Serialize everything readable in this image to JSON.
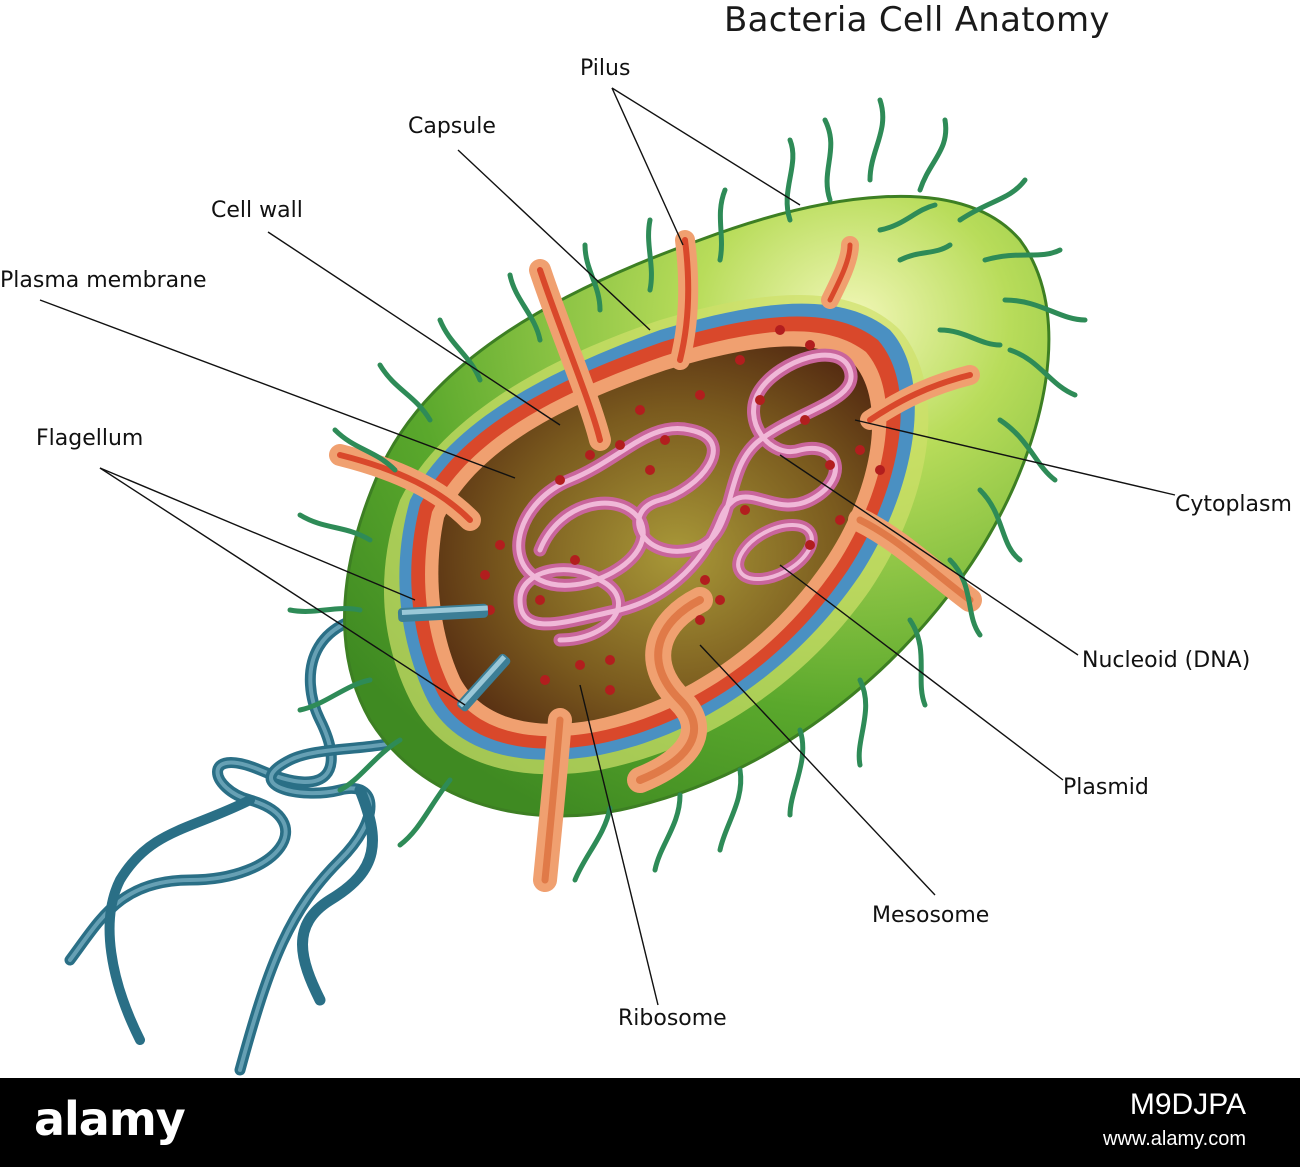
{
  "title": "Bacteria Cell Anatomy",
  "labels": {
    "pilus": "Pilus",
    "capsule": "Capsule",
    "cell_wall": "Cell wall",
    "plasma_membrane": "Plasma membrane",
    "flagellum": "Flagellum",
    "cytoplasm": "Cytoplasm",
    "nucleoid": "Nucleoid (DNA)",
    "plasmid": "Plasmid",
    "mesosome": "Mesosome",
    "ribosome": "Ribosome"
  },
  "watermark": {
    "brand": "alamy",
    "image_code": "M9DJPA",
    "url": "www.alamy.com"
  },
  "colors": {
    "capsule": "#5aa82c",
    "capsule_light": "#b8dc5a",
    "cell_wall": "#d9482b",
    "membrane": "#4a90c2",
    "cytoplasm": "#5b2a14",
    "dna": "#d98ab8",
    "flagellum": "#2f7b8e",
    "pili": "#2e8b57",
    "ribosome": "#b21e1e"
  }
}
